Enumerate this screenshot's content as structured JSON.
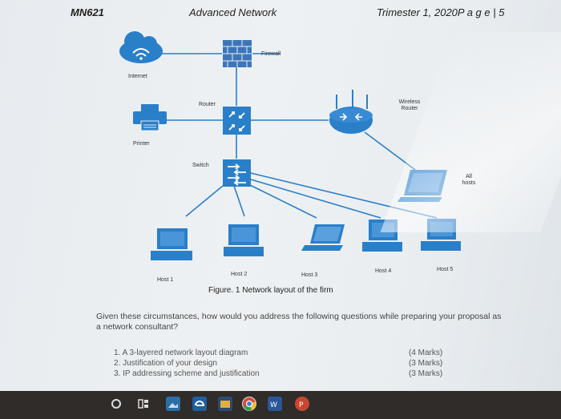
{
  "header": {
    "course_code": "MN621",
    "title": "Advanced Network",
    "trimester": "Trimester 1, 2020P a g e | 5"
  },
  "diagram": {
    "labels": {
      "firewall": "Firewall",
      "internet": "Internet",
      "router": "Router",
      "wireless_router": "Wireless Router",
      "printer": "Printer",
      "switch": "Switch",
      "all_hosts": "All hosts",
      "host1": "Host 1",
      "host2": "Host 2",
      "host3": "Host 3",
      "host4": "Host 4",
      "host5": "Host 5"
    },
    "colors": {
      "device": "#2a7fc9",
      "link": "#2a7fc9",
      "firewall": "#3d76b8"
    }
  },
  "caption": "Figure. 1 Network layout of the firm",
  "question": "Given these circumstances, how would you address the following questions while preparing your proposal as a network consultant?",
  "tasks": [
    {
      "label": "1.  A 3-layered network layout diagram",
      "marks": "(4 Marks)"
    },
    {
      "label": "2.  Justification of your design",
      "marks": "(3 Marks)"
    },
    {
      "label": "3.  IP addressing scheme and justification",
      "marks": "(3 Marks)"
    }
  ],
  "taskbar": {
    "icons": [
      "search-icon",
      "task-view-icon",
      "photos-icon",
      "edge-icon",
      "chrome-icon",
      "word-icon",
      "powerpoint-icon"
    ]
  }
}
